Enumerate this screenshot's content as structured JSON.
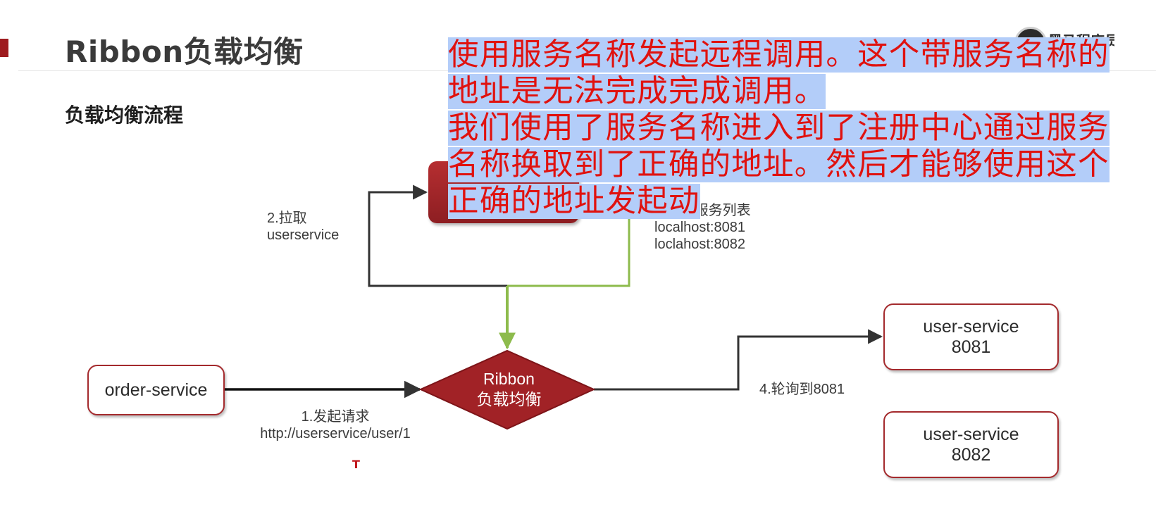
{
  "header": {
    "title": "Ribbon负载均衡",
    "subtitle": "负载均衡流程",
    "logo_text": "黑马程序员"
  },
  "diagram": {
    "nodes": {
      "order_service": "order-service",
      "ribbon_line1": "Ribbon",
      "ribbon_line2": "负载均衡",
      "user_service_1_name": "user-service",
      "user_service_1_port": "8081",
      "user_service_2_name": "user-service",
      "user_service_2_port": "8082"
    },
    "labels": {
      "step1_line1": "1.发起请求",
      "step1_line2": "http://userservice/user/1",
      "step2_line1": "2.拉取",
      "step2_line2": "userservice",
      "step3_line1": "3.返回服务列表",
      "step3_line2": "localhost:8081",
      "step3_line3": "loclahost:8082",
      "step4": "4.轮询到8081"
    },
    "cursor_mark": "T"
  },
  "annotation": {
    "para1": "使用服务名称发起远程调用。这个带服务名称的地址是无法完成完成调用。",
    "para2": "我们使用了服务名称进入到了注册中心通过服务名称换取到了正确的地址。然后才能够使用这个正确的地址发起动"
  },
  "colors": {
    "accent_red": "#a42a2d",
    "ribbon_fill": "#a12226",
    "green_arrow": "#8dbb4c",
    "annotation_text": "#e0120f",
    "annotation_highlight": "#b3cdf9"
  }
}
